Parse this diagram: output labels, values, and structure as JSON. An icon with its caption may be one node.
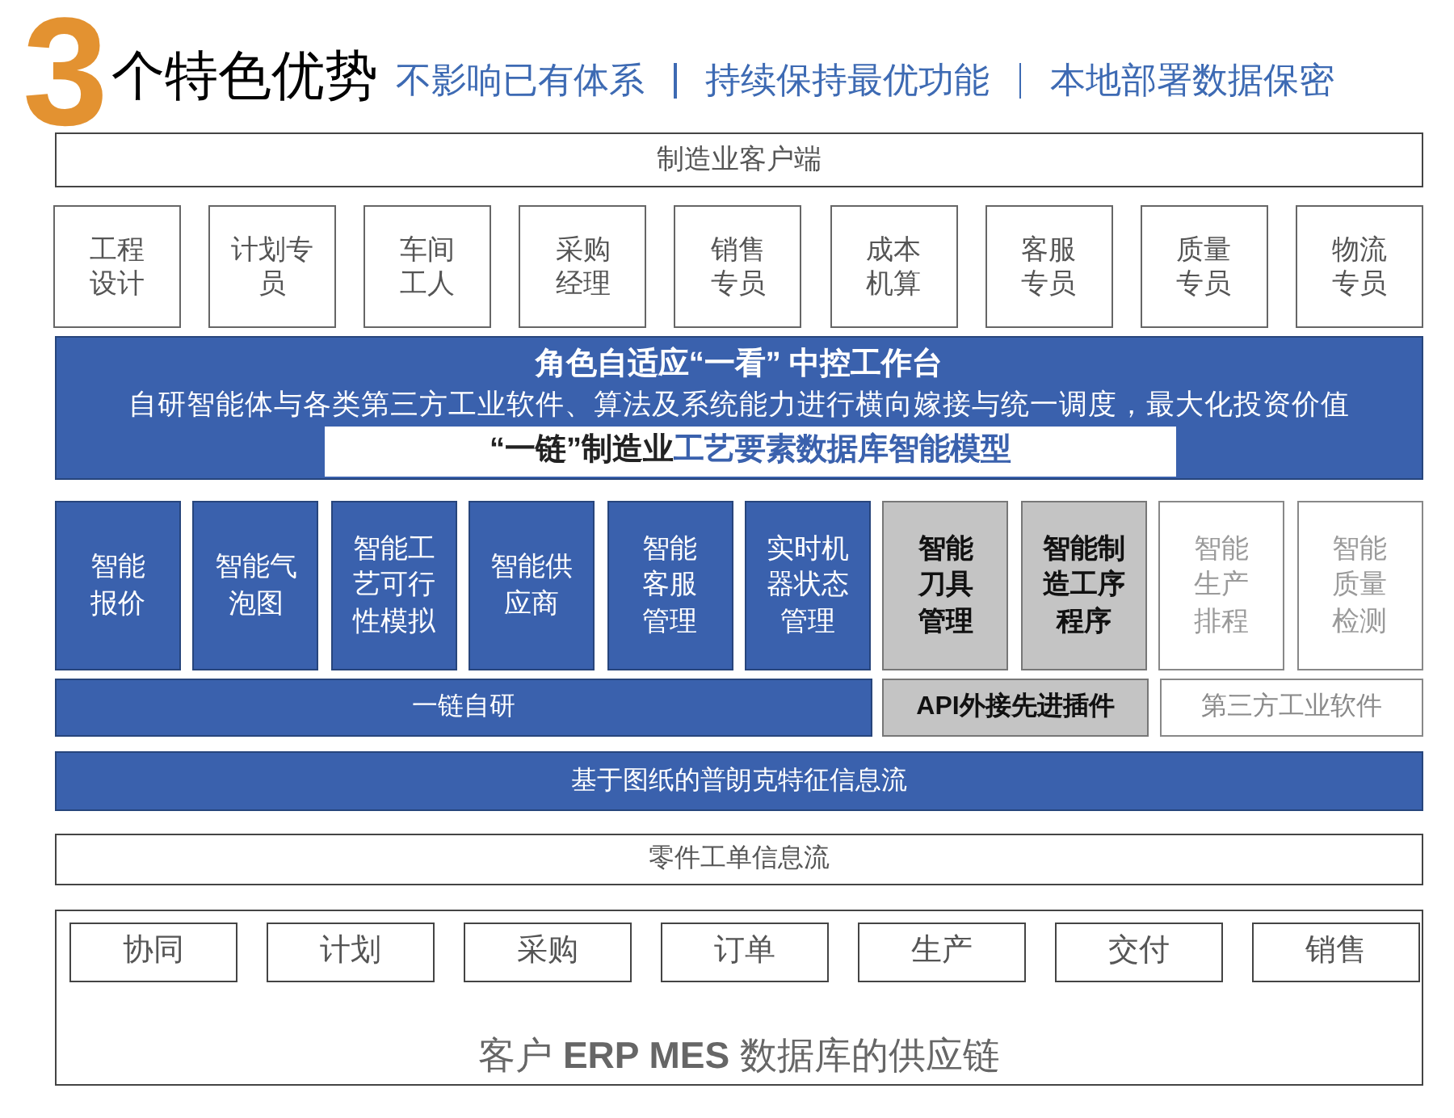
{
  "diagram": {
    "title": "3个特色优势",
    "nodes": [
      {
        "text": [
          "制造业客户端"
        ]
      },
      {
        "text": [
          "工程设计"
        ]
      },
      {
        "text": [
          "计划专员"
        ]
      },
      {
        "text": [
          "车间工人"
        ]
      },
      {
        "text": [
          "采购经理"
        ]
      },
      {
        "text": [
          "销售专员"
        ]
      },
      {
        "text": [
          "成本机算"
        ]
      },
      {
        "text": [
          "客服专员"
        ]
      },
      {
        "text": [
          "质量专员"
        ]
      },
      {
        "text": [
          "物流专员"
        ]
      },
      {
        "text": [
          "角色自适应“一看” 中控工作台",
          "自研智能体与各类第三方工业软件、算法及系统能力进行横向嫁接与统一调度，最大化投资价值"
        ]
      },
      {
        "text": [
          "“一链”制造业",
          "工艺要素数据库智能模型"
        ],
        "in": 10
      },
      {
        "text": [
          "智能报价"
        ]
      },
      {
        "text": [
          "智能气泡图"
        ]
      },
      {
        "text": [
          "智能工艺可行性模拟"
        ]
      },
      {
        "text": [
          "智能供应商"
        ]
      },
      {
        "text": [
          "智能客服管理"
        ]
      },
      {
        "text": [
          "实时机器状态管理"
        ]
      },
      {
        "text": [
          "智能刀具管理"
        ]
      },
      {
        "text": [
          "智能制造工序程序"
        ]
      },
      {
        "text": [
          "智能生产排程"
        ]
      },
      {
        "text": [
          "智能质量检测"
        ]
      },
      {
        "text": [
          "一链自研"
        ]
      },
      {
        "text": [
          "API外接先进插件"
        ]
      },
      {
        "text": [
          "第三方工业软件"
        ]
      },
      {
        "text": [
          "基于图纸的普朗克特征信息流"
        ]
      },
      {
        "text": [
          "零件工单信息流"
        ]
      },
      {
        "text": [
          "客户 **ERP MES** 数据库的供应链"
        ]
      },
      {
        "text": [
          "协同"
        ],
        "in": 27
      },
      {
        "text": [
          "计划"
        ],
        "in": 27
      },
      {
        "text": [
          "采购"
        ],
        "in": 27
      },
      {
        "text": [
          "订单"
        ],
        "in": 27
      },
      {
        "text": [
          "生产"
        ],
        "in": 27
      },
      {
        "text": [
          "交付"
        ],
        "in": 27
      },
      {
        "text": [
          "销售"
        ],
        "in": 27
      }
    ],
    "labels": [
      "不影响已有体系",
      "持续保持最优功能",
      "本地部署数据保密"
    ]
  }
}
